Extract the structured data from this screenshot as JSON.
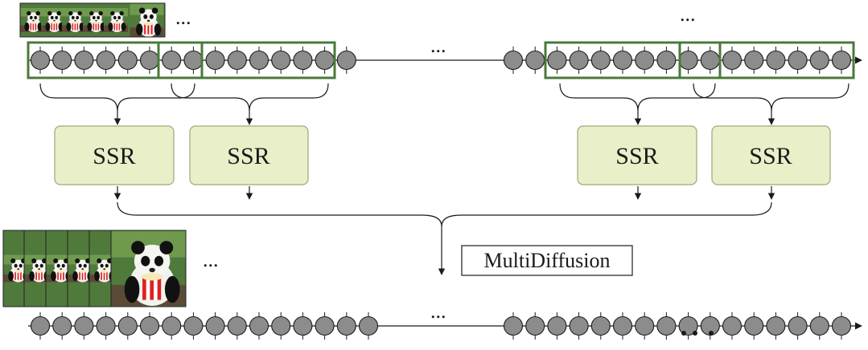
{
  "ssr_blocks": [
    {
      "label": "SSR"
    },
    {
      "label": "SSR"
    },
    {
      "label": "SSR"
    },
    {
      "label": "SSR"
    }
  ],
  "merge_label": "MultiDiffusion",
  "ellipsis": "...",
  "colors": {
    "token_fill": "#8c8c8c",
    "window_border": "#4a7a3a",
    "ssr_fill": "#e8efc9",
    "ssr_border": "#9aab7a",
    "line": "#1a1a1a"
  },
  "images": {
    "small_frames": "panda-holding-popcorn-thumbnail",
    "large_frames": "panda-holding-popcorn-thumbnail"
  }
}
